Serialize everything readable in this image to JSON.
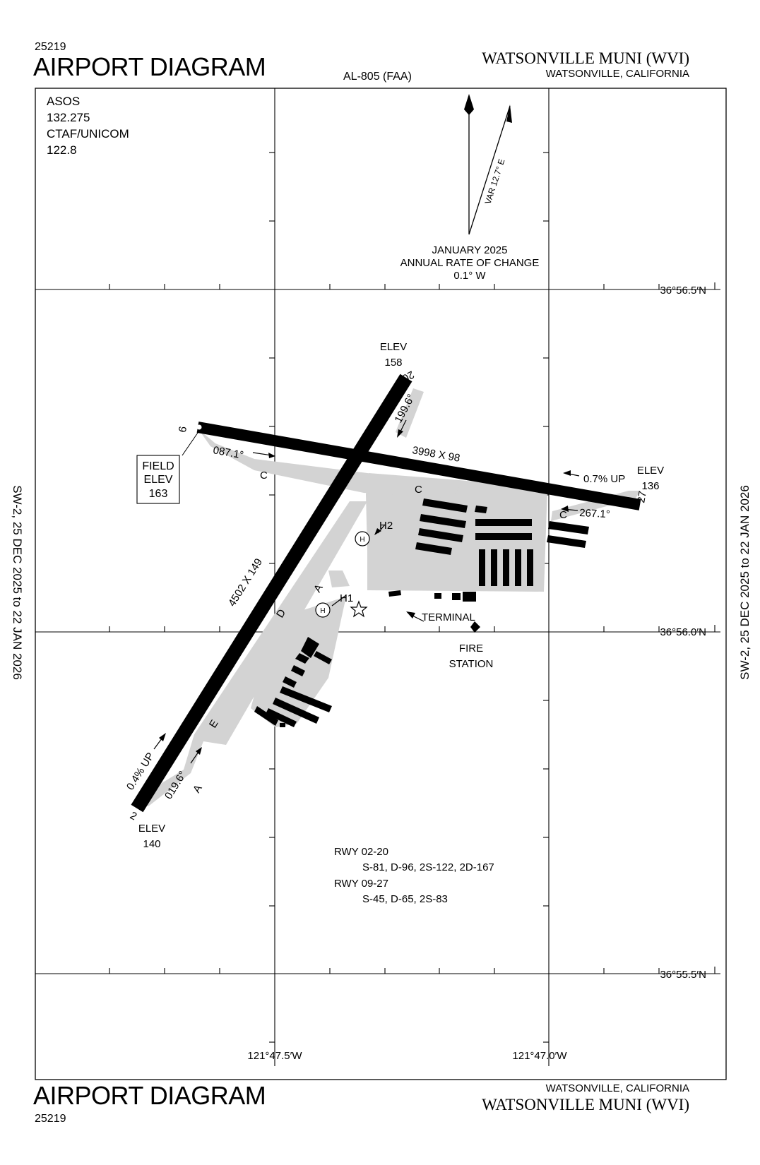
{
  "header": {
    "chart_id": "25219",
    "title": "AIRPORT DIAGRAM",
    "procedure": "AL-805 (FAA)",
    "airport": "WATSONVILLE MUNI (WVI)",
    "location": "WATSONVILLE, CALIFORNIA"
  },
  "footer": {
    "title": "AIRPORT DIAGRAM",
    "chart_id": "25219",
    "location": "WATSONVILLE, CALIFORNIA",
    "airport": "WATSONVILLE MUNI (WVI)"
  },
  "validity": "SW-2, 25 DEC 2025 to 22 JAN 2026",
  "comms": [
    "ASOS",
    "132.275",
    "CTAF/UNICOM",
    "122.8"
  ],
  "magnetic": {
    "variation": "VAR 12.7° E",
    "date": "JANUARY 2025",
    "rate_label": "ANNUAL RATE OF CHANGE",
    "rate": "0.1° W"
  },
  "coordinates": {
    "lat_1": "36°56.5′N",
    "lat_2": "36°56.0′N",
    "lat_3": "36°55.5′N",
    "lon_1": "121°47.5′W",
    "lon_2": "121°47.0′W"
  },
  "runways": {
    "rwy_02_20": {
      "dims": "4502 X 149",
      "end_2": "2",
      "end_20": "20",
      "hdg_2": "019.6°",
      "hdg_20": "199.6°",
      "slope": "0.4% UP",
      "elev_2_label": "ELEV",
      "elev_2": "140",
      "elev_20_label": "ELEV",
      "elev_20": "158"
    },
    "rwy_09_27": {
      "dims": "3998 X 98",
      "end_9": "9",
      "end_27": "27",
      "hdg_9": "087.1°",
      "hdg_27": "267.1°",
      "slope": "0.7% UP",
      "elev_27_label": "ELEV",
      "elev_27": "136"
    }
  },
  "field_elev": {
    "line1": "FIELD",
    "line2": "ELEV",
    "value": "163"
  },
  "taxiways": {
    "a": "A",
    "c": "C",
    "d": "D",
    "e": "E"
  },
  "features": {
    "h1": "H1",
    "h2": "H2",
    "heli_symbol": "H",
    "terminal": "TERMINAL",
    "fire_1": "FIRE",
    "fire_2": "STATION"
  },
  "strength": {
    "rwy1": "RWY 02-20",
    "rwy1_val": "S-81, D-96, 2S-122, 2D-167",
    "rwy2": "RWY 09-27",
    "rwy2_val": "S-45, D-65, 2S-83"
  },
  "colors": {
    "ink": "#000000",
    "pavement": "#d3d3d3",
    "background": "#ffffff"
  }
}
